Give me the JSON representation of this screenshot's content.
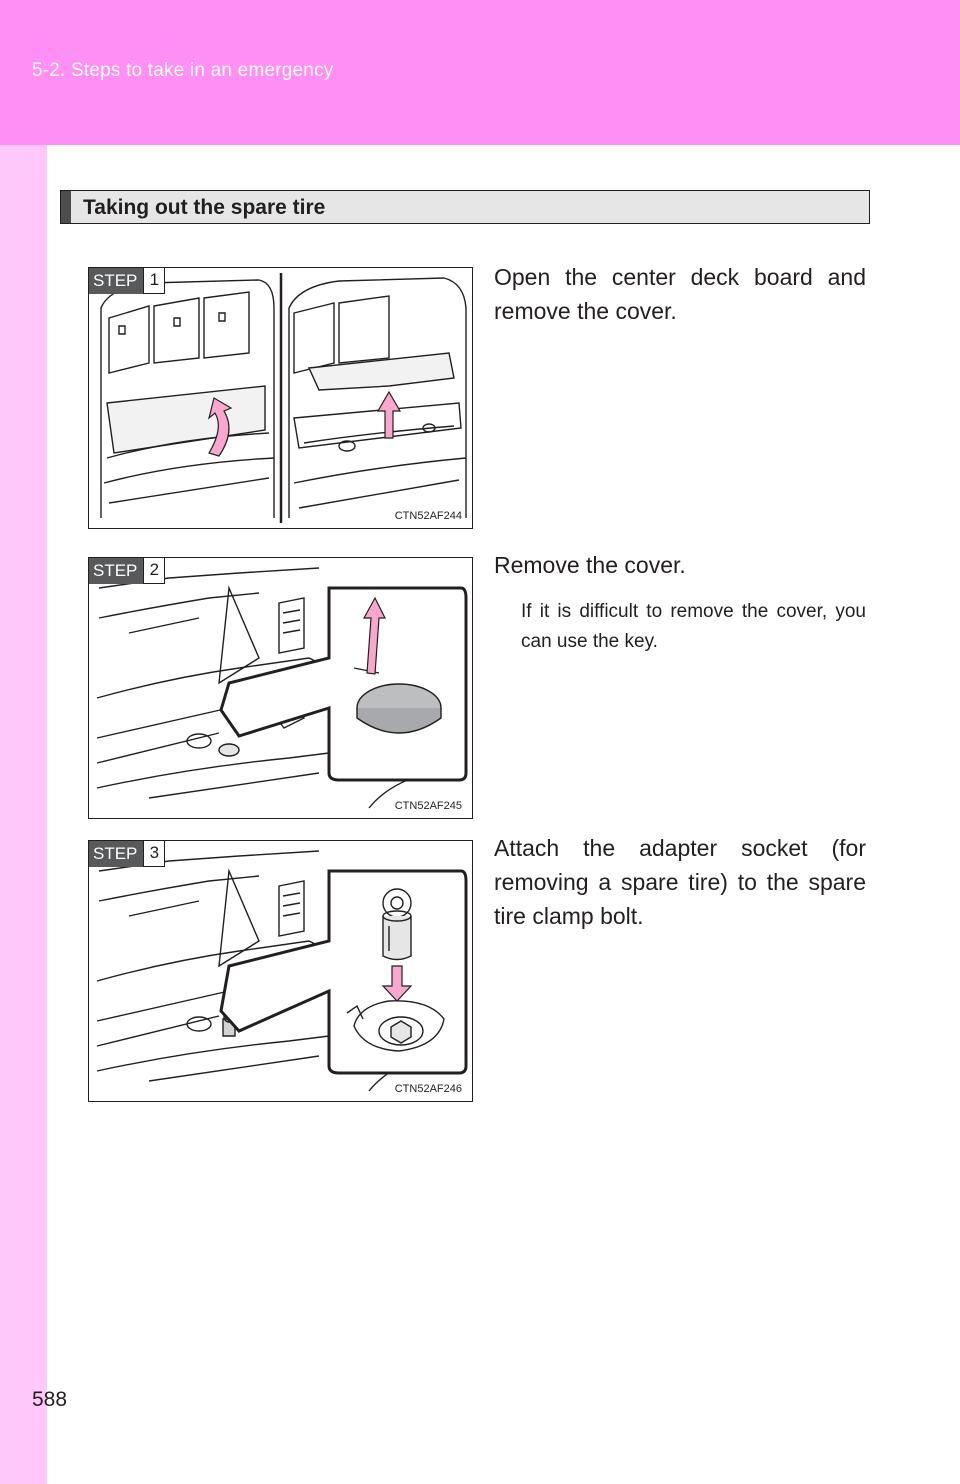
{
  "header": {
    "section": "5-2. Steps to take in an emergency"
  },
  "page_number": "588",
  "heading": "Taking out the spare tire",
  "steps": [
    {
      "label": "STEP",
      "number": "1",
      "image_code": "CTN52AF244",
      "text": "Open the center deck board and remove the cover."
    },
    {
      "label": "STEP",
      "number": "2",
      "image_code": "CTN52AF245",
      "text": "Remove the cover.",
      "note": "If it is difficult to remove the cover, you can use the key."
    },
    {
      "label": "STEP",
      "number": "3",
      "image_code": "CTN52AF246",
      "text": "Attach the adapter socket (for removing a spare tire) to the spare tire clamp bolt."
    }
  ],
  "colors": {
    "header_band": "#ff8ef5",
    "side_band": "#ffc8fb",
    "arrow": "#f7a8cc"
  }
}
